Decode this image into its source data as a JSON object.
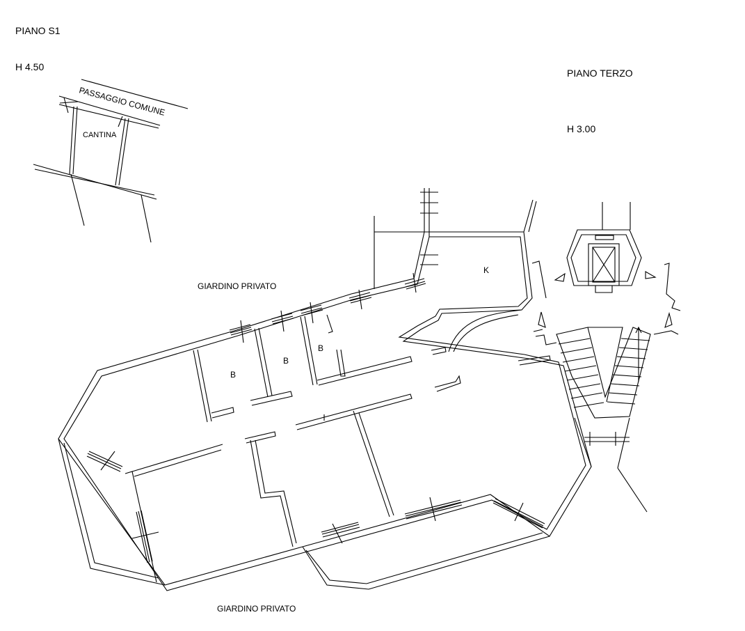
{
  "labels": {
    "floor_basement": "PIANO S1",
    "height_basement": "H 4.50",
    "floor_third": "PIANO  TERZO",
    "height_third": "H 3.00",
    "common_passage": "PASSAGGIO COMUNE",
    "cellar": "CANTINA",
    "private_garden_top": "GIARDINO PRIVATO",
    "private_garden_bottom": "GIARDINO PRIVATO",
    "kitchen": "K",
    "bath_1": "B",
    "bath_2": "B",
    "bath_3": "B"
  }
}
